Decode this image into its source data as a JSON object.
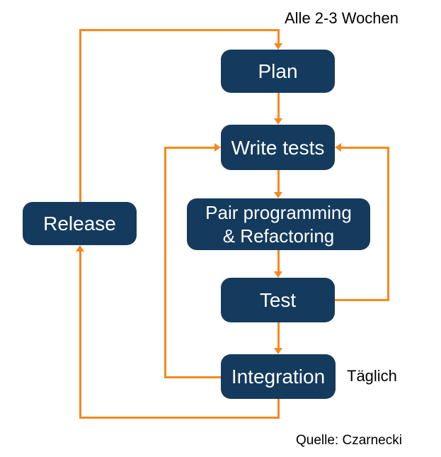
{
  "colors": {
    "node_fill": "#143A5E",
    "node_text": "#FFFFFF",
    "arrow": "#F8891D",
    "annotation_text": "#000000",
    "background": "#FFFFFF"
  },
  "nodes": {
    "plan": {
      "label": "Plan"
    },
    "write_tests": {
      "label": "Write tests"
    },
    "pair_programming": {
      "label_line1": "Pair programming",
      "label_line2": "& Refactoring"
    },
    "test": {
      "label": "Test"
    },
    "integration": {
      "label": "Integration"
    },
    "release": {
      "label": "Release"
    }
  },
  "annotations": {
    "cycle_label": "Alle 2-3 Wochen",
    "daily_label": "Täglich",
    "source": "Quelle: Czarnecki"
  },
  "edges": [
    {
      "from": "plan",
      "to": "write_tests"
    },
    {
      "from": "write_tests",
      "to": "pair_programming"
    },
    {
      "from": "pair_programming",
      "to": "test"
    },
    {
      "from": "test",
      "to": "integration"
    },
    {
      "from": "test",
      "to": "write_tests"
    },
    {
      "from": "integration",
      "to": "write_tests"
    },
    {
      "from": "integration",
      "to": "release"
    },
    {
      "from": "release",
      "to": "plan"
    }
  ]
}
